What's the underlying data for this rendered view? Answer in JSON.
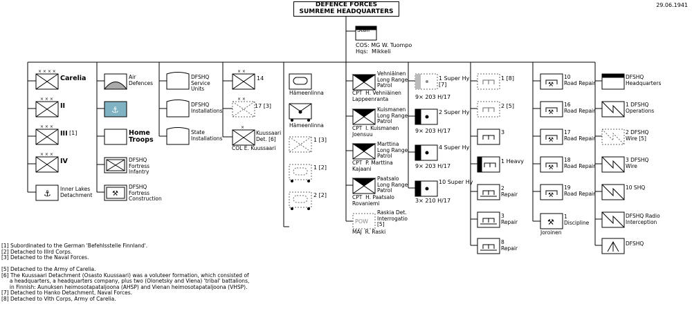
{
  "header": {
    "line1": "DEFENCE FORCES",
    "line2": "SUMREME HEADQUARTERS",
    "date": "29.06.1941"
  },
  "staff": {
    "label": "Staff",
    "cos": "COS: MG W. Tuompo",
    "hqs": "Hqs:  Mikkeli"
  },
  "col1": {
    "karelia": "Carelia",
    "ii": "II",
    "iii": "III",
    "iii_note": "[1]",
    "iv": "IV",
    "lakes": "Inner Lakes\nDetachment"
  },
  "col2": {
    "air": "Air\nDefences",
    "home": "Home\nTroops",
    "fort_inf": "DFSHQ\nFortress\nInfantry",
    "fort_con": "DFSHQ\nFortress\nConstruction"
  },
  "col3": {
    "service": "DFSHQ\nService\nUnits",
    "install": "DFSHQ\nInstallations",
    "state": "State\nInstallations"
  },
  "col4": {
    "u14": "14",
    "u17": "17 [3]",
    "kuussaari": "Kuussaari\nDet. [6]",
    "kuussaari_cmd": "COL E. Kuussaari"
  },
  "col5": {
    "hame1": "Hämeenlinna",
    "hame2": "Hämeenlinna",
    "n1": "1 [3]",
    "n2": "1 [2]",
    "n3": "2 [2]"
  },
  "col6": {
    "p1": "Vehniäinen\nLong Range\nPatrol",
    "p1c": "CPT  H. Vehniäinen\nLappeenranta",
    "p2": "Kuismanen\nLong Range\nPatrol",
    "p2c": "CPT  I. Kuismanen\nJoensuu",
    "p3": "Marttina\nLong Range\nPatrol",
    "p3c": "CPT  P. Marttina\nKajaani",
    "p4": "Paatsalo\nLong Range\nPatrol",
    "p4c": "CPT  H. Paatsalo\nRovaniemi",
    "raski": "Raskia Det.\nInterrogatio\n[5]",
    "raskic": "MAJ  R. Raski"
  },
  "col7": {
    "h1": "1 Super Hy\n[7]",
    "h1g": "9× 203 H/17",
    "h2": "2 Super Hy",
    "h2g": "9× 203 H/17",
    "h4": "4 Super Hy",
    "h4g": "9× 203 H/17",
    "h10": "10 Super Hy",
    "h10g": "3× 210 H/17"
  },
  "col8": {
    "e1": "1 [8]",
    "e2": "2 [5]",
    "e3": "3",
    "e4": "1 Heavy",
    "e5": "2\nRepair",
    "e6": "3\nRepair",
    "e7": "8\nRepair"
  },
  "col9": {
    "r10": "10\nRoad Repair",
    "r16": "16\nRoad Repair",
    "r17": "17\nRoad Repair",
    "r18": "18\nRoad Repair",
    "r19": "19\nRoad Repair",
    "r1": "1\nDiscipline",
    "r1c": "Joroinen"
  },
  "col10": {
    "s0": "DFSHQ\nHeadquarters",
    "s1": "1 DFSHQ\nOperations",
    "s2": "2 DFSHQ\nWire [5]",
    "s3": "3 DFSHQ\nWire",
    "s4": "10 SHQ",
    "s5": "DFSHQ Radio\nInterception",
    "s6": "DFSHQ"
  },
  "notes": [
    "[1] Subordinated to the German 'Befehlsstelle Finnland'.",
    "[2] Detached to IIIrd Corps.",
    "[3] Detached to the Naval Forces.",
    "",
    "[5] Detached to the Army of Carelia.",
    "[6] The Kuussaari Detachment (Osasto Kuussaari) was a voluteer formation, which consisted of",
    "     a headquarters, a headquarters company, plus two (Olonetsky and Viena) 'tribal' battalions,",
    "     in Finnish: Aunuksen heimosotapataljoona (AHSP) and Vienan heimosotapataljoona (VHSP).",
    "[7] Detached to Hanko Detachment, Naval Forces.",
    "[8] Detached to VIth Corps, Army of Carelia."
  ]
}
